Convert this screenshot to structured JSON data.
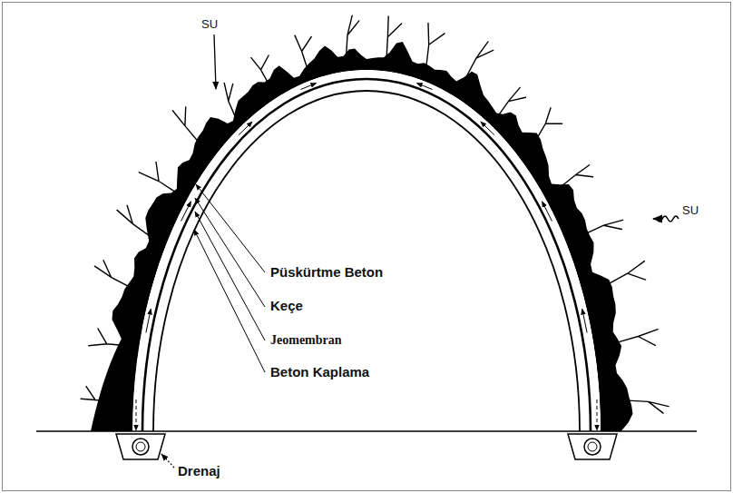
{
  "diagram": {
    "labels": [
      "SU",
      "SU",
      "Püskürtme Beton",
      "Keçe",
      "Jeomembran",
      "Beton Kaplama",
      "Drenaj"
    ]
  }
}
